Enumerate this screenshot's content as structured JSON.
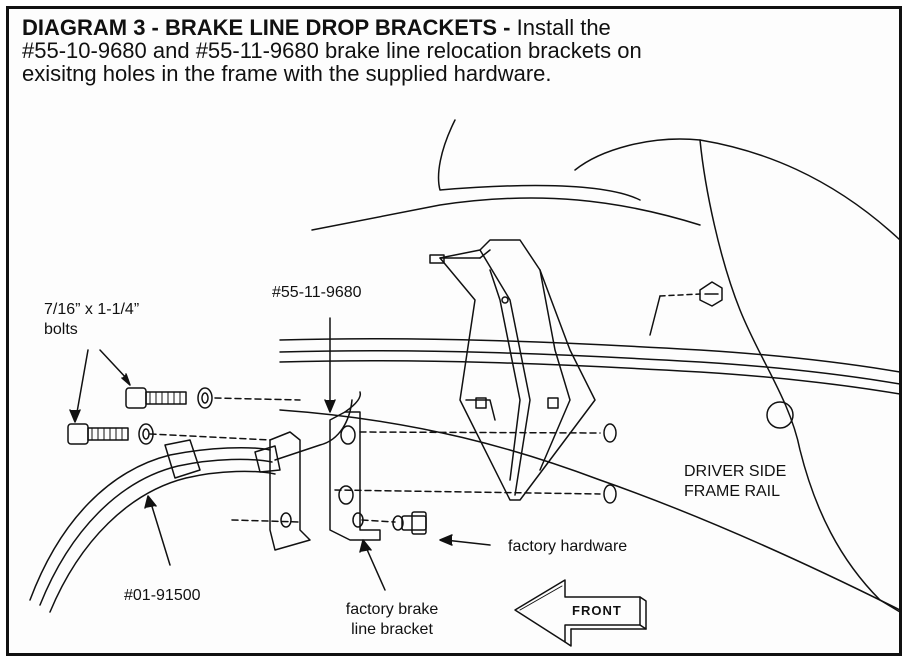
{
  "diagram": {
    "title_bold": "DIAGRAM  3 - BRAKE LINE DROP BRACKETS -",
    "title_rest": " Install the",
    "line2": "#55-10-9680 and #55-11-9680 brake line relocation brackets on",
    "line3": "exisitng holes in the frame with the supplied hardware."
  },
  "labels": {
    "bolts_size": "7/16” x 1-1/4”",
    "bolts_word": "bolts",
    "bracket_part": "#55-11-9680",
    "frame_line1": "DRIVER SIDE",
    "frame_line2": "FRAME RAIL",
    "factory_hardware": "factory hardware",
    "cable_part": "#01-91500",
    "factory_brake_line1": "factory brake",
    "factory_brake_line2": "line bracket",
    "front_arrow": "FRONT"
  },
  "colors": {
    "ink": "#111111",
    "paper": "#fdfdfd"
  }
}
